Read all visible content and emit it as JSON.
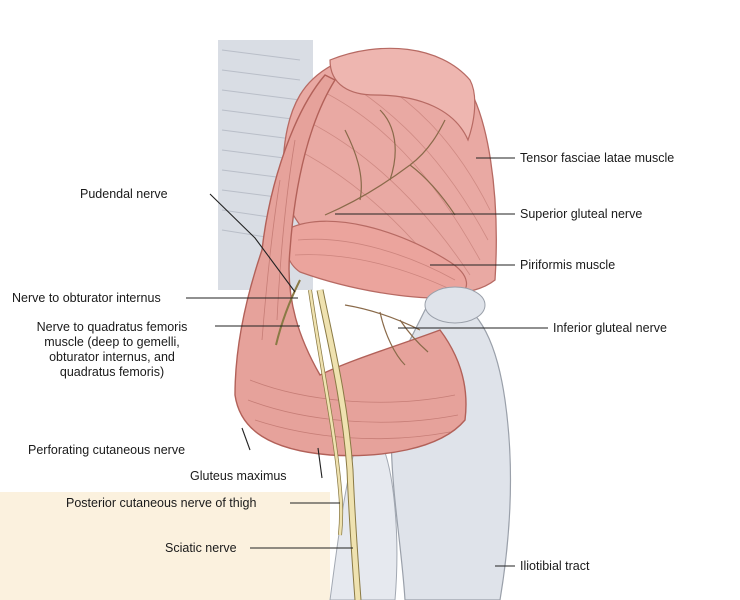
{
  "diagram": {
    "colors": {
      "muscle": "#e9a9a3",
      "muscle_dark": "#c9766f",
      "tendon": "#dfe3ea",
      "nerve": "#efe2b0",
      "nerve_outline": "#8a7a45",
      "skin_bg": "#fbf1de",
      "line": "#222222"
    },
    "labels": {
      "tensor_fasciae_latae": "Tensor fasciae latae muscle",
      "superior_gluteal_nerve": "Superior gluteal nerve",
      "piriformis": "Piriformis muscle",
      "inferior_gluteal_nerve": "Inferior gluteal nerve",
      "iliotibial_tract": "Iliotibial tract",
      "pudendal_nerve": "Pudendal nerve",
      "nerve_obturator_internus": "Nerve to obturator internus",
      "nerve_quadratus_femoris": "Nerve to quadratus femoris\nmuscle (deep to gemelli,\nobturator internus, and\nquadratus femoris)",
      "perforating_cutaneous": "Perforating cutaneous nerve",
      "gluteus_maximus": "Gluteus maximus",
      "posterior_cutaneous": "Posterior cutaneous nerve of thigh",
      "sciatic_nerve": "Sciatic nerve"
    }
  }
}
